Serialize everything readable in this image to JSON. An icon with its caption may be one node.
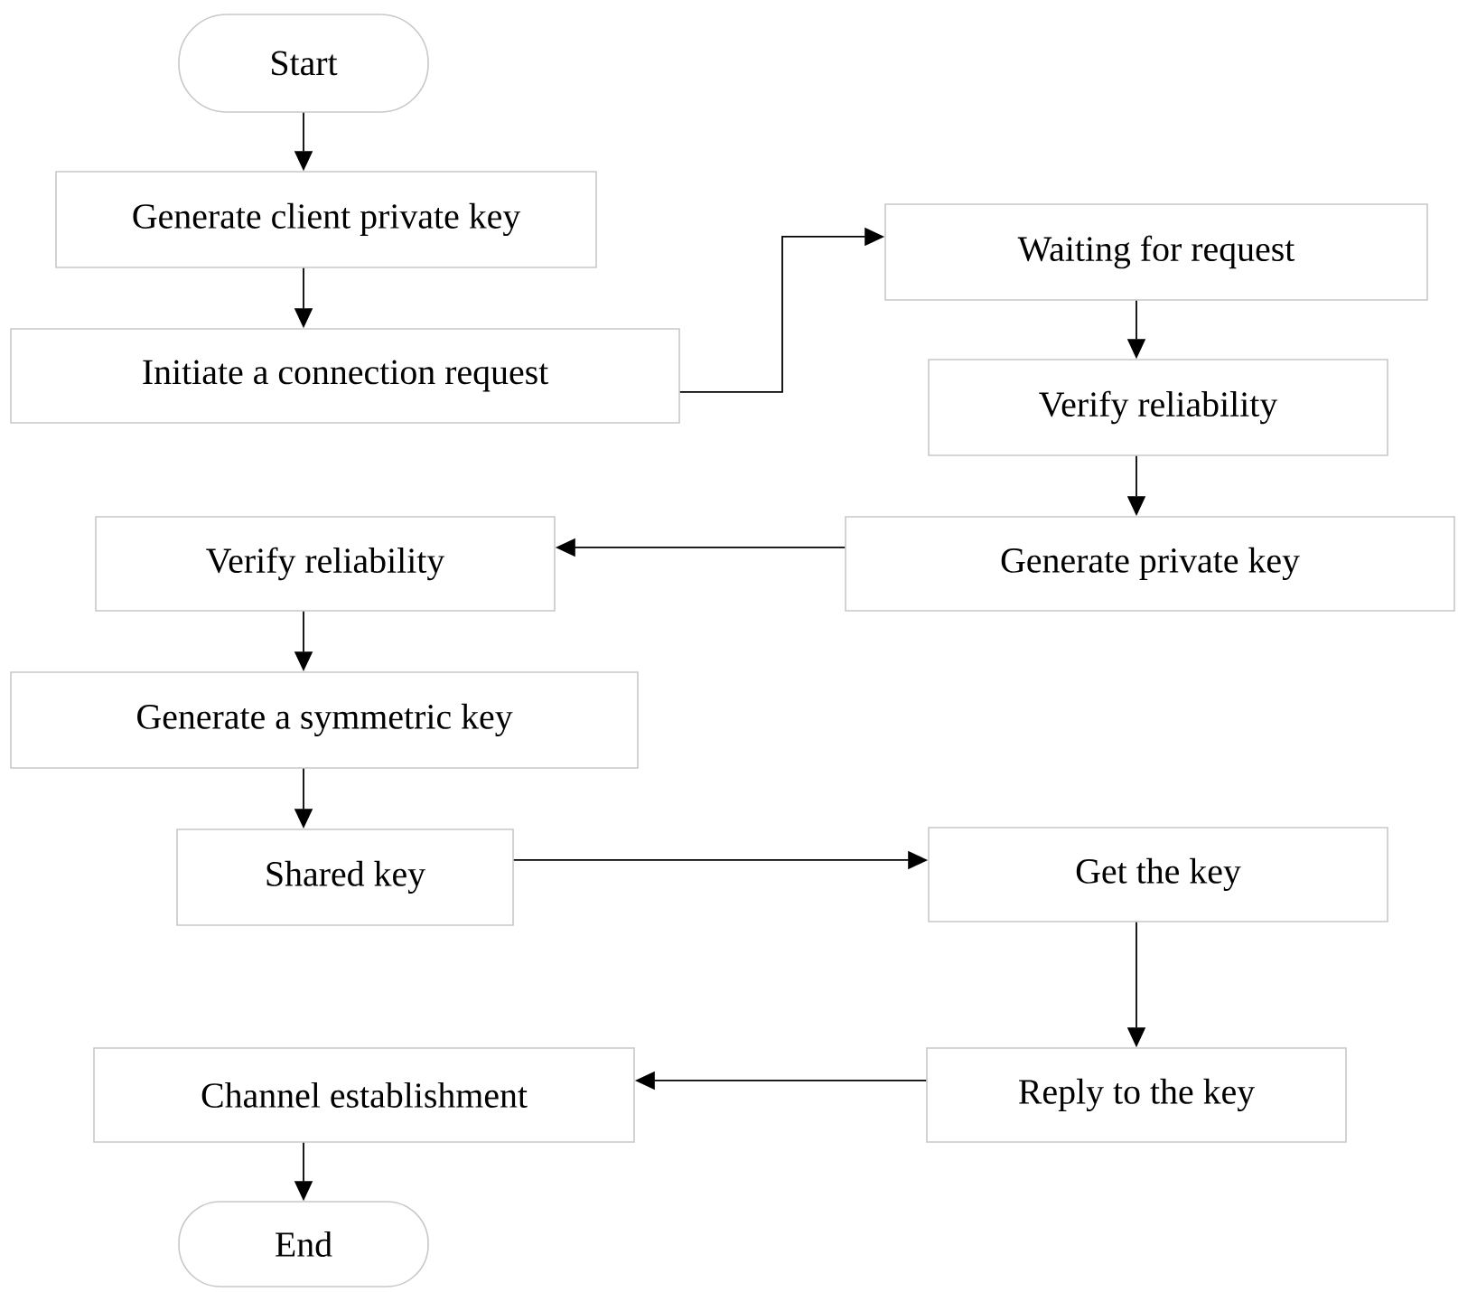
{
  "diagram": {
    "nodes": [
      {
        "text": [
          "Start"
        ]
      },
      {
        "text": [
          "Generate client private key"
        ]
      },
      {
        "text": [
          "Initiate a connection request"
        ]
      },
      {
        "text": [
          "Waiting for request"
        ]
      },
      {
        "text": [
          "Verify reliability"
        ]
      },
      {
        "text": [
          "Generate private key"
        ]
      },
      {
        "text": [
          "Verify reliability"
        ]
      },
      {
        "text": [
          "Generate a symmetric key"
        ]
      },
      {
        "text": [
          "Shared key"
        ]
      },
      {
        "text": [
          "Get the key"
        ]
      },
      {
        "text": [
          "Reply to the key"
        ]
      },
      {
        "text": [
          "Channel establishment"
        ]
      },
      {
        "text": [
          "End"
        ]
      }
    ],
    "edges": [
      {
        "from": 0,
        "to": 1,
        "arrow": "to"
      },
      {
        "from": 1,
        "to": 2,
        "arrow": "to"
      },
      {
        "from": 2,
        "to": 3,
        "arrow": "to"
      },
      {
        "from": 3,
        "to": 4,
        "arrow": "to"
      },
      {
        "from": 4,
        "to": 5,
        "arrow": "to"
      },
      {
        "from": 5,
        "to": 6,
        "arrow": "to"
      },
      {
        "from": 6,
        "to": 7,
        "arrow": "to"
      },
      {
        "from": 7,
        "to": 8,
        "arrow": "to"
      },
      {
        "from": 8,
        "to": 9,
        "arrow": "to"
      },
      {
        "from": 9,
        "to": 10,
        "arrow": "to"
      },
      {
        "from": 10,
        "to": 11,
        "arrow": "to"
      },
      {
        "from": 11,
        "to": 12,
        "arrow": "to"
      }
    ]
  }
}
